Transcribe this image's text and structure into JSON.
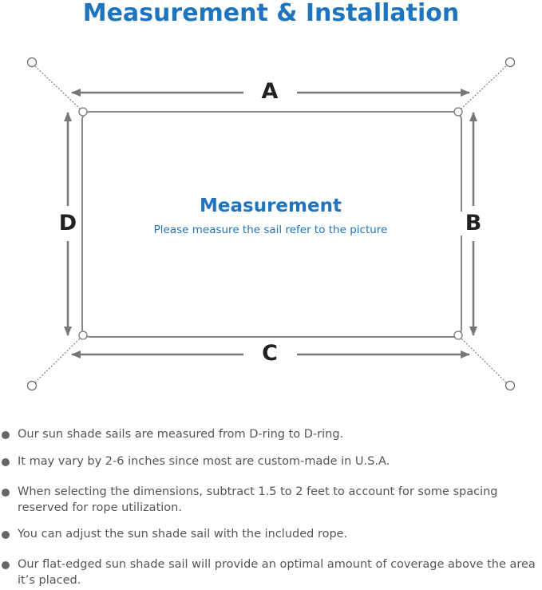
{
  "header": {
    "title": "Measurement & Installation"
  },
  "diagram": {
    "center_title": "Measurement",
    "center_subtitle": "Please measure the sail refer to the picture",
    "labels": {
      "top": "A",
      "right": "B",
      "bottom": "C",
      "left": "D"
    }
  },
  "notes": [
    "Our sun shade sails are measured from D-ring to D-ring.",
    "It may vary by 2-6 inches since most are custom-made in U.S.A.",
    "When selecting the dimensions, subtract 1.5 to 2 feet to account for some spacing reserved for rope utilization.",
    "You can adjust the sun shade sail with the included rope.",
    "Our flat-edged sun shade sail will provide an optimal amount of coverage above the area it’s placed."
  ],
  "colors": {
    "title": "#1f74bf",
    "line": "#777777",
    "text": "#555555"
  }
}
